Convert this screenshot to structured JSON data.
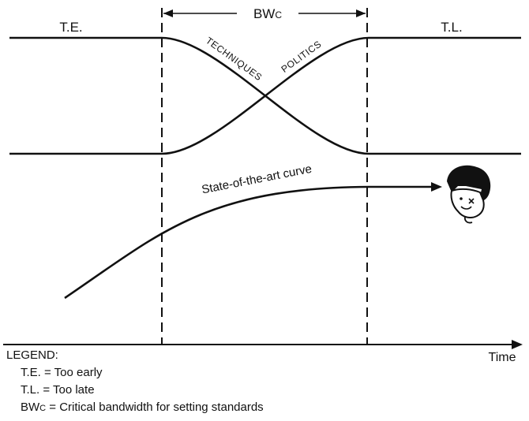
{
  "diagram": {
    "region_left_label": "T.E.",
    "region_right_label": "T.L.",
    "bandwidth_label": "BW",
    "bandwidth_subscript": "C",
    "curve_falling_label": "TECHNIQUES",
    "curve_rising_label": "POLITICS",
    "state_curve_label": "State-of-the-art curve",
    "time_axis_label": "Time"
  },
  "legend": {
    "heading": "LEGEND:",
    "entries": [
      {
        "text": "T.E. = Too early"
      },
      {
        "text": "T.L. = Too late"
      },
      {
        "prefix": "BW",
        "sub": "C",
        "text": " = Critical bandwidth for setting standards"
      }
    ]
  }
}
